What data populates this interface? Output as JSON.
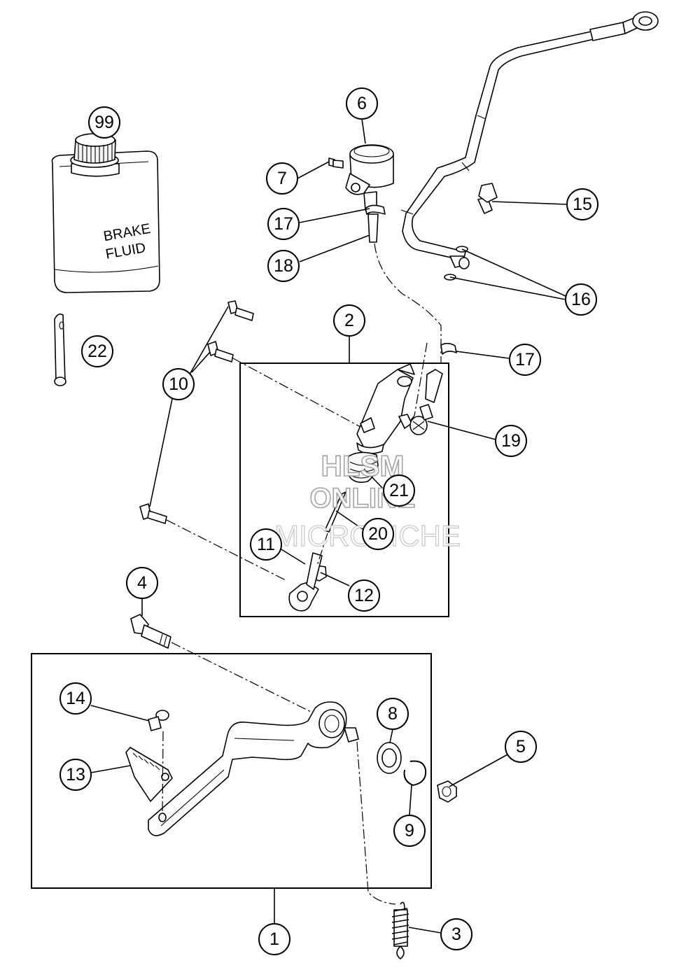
{
  "diagram": {
    "type": "exploded parts diagram",
    "callouts": {
      "c1": "1",
      "c2": "2",
      "c3": "3",
      "c4": "4",
      "c5": "5",
      "c6": "6",
      "c7": "7",
      "c8": "8",
      "c9": "9",
      "c10": "10",
      "c11": "11",
      "c12": "12",
      "c13": "13",
      "c14": "14",
      "c15": "15",
      "c16": "16",
      "c17a": "17",
      "c17b": "17",
      "c18": "18",
      "c19": "19",
      "c20": "20",
      "c21": "21",
      "c22": "22",
      "c99": "99"
    },
    "bottle_label": {
      "line1": "BRAKE",
      "line2": "FLUID"
    },
    "watermark": {
      "line1": "HLSM",
      "line2": "ONLINE",
      "line3": "MICROFICHE"
    }
  }
}
